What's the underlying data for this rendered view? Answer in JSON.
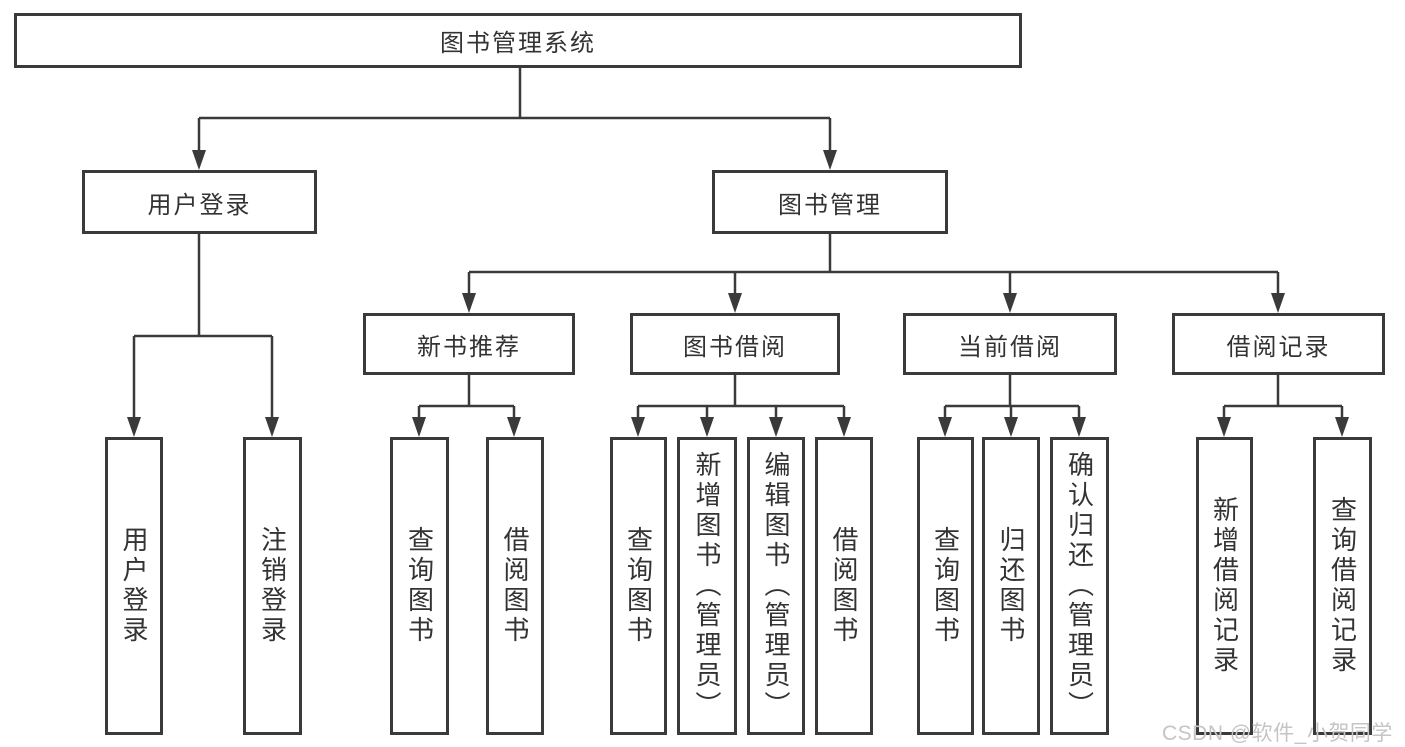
{
  "diagram": {
    "title": "图书管理系统",
    "level2": {
      "user_login": "用户登录",
      "book_management": "图书管理"
    },
    "level3": {
      "new_book_recommend": "新书推荐",
      "book_borrow": "图书借阅",
      "current_borrow": "当前借阅",
      "borrow_records": "借阅记录"
    },
    "leaves": {
      "user_login_children": [
        "用户登录",
        "注销登录"
      ],
      "recommend_children": [
        "查询图书",
        "借阅图书"
      ],
      "borrow_children": [
        "查询图书",
        "新增图书（管理员）",
        "编辑图书（管理员）",
        "借阅图书"
      ],
      "current_children": [
        "查询图书",
        "归还图书",
        "确认归还（管理员）"
      ],
      "records_children": [
        "新增借阅记录",
        "查询借阅记录"
      ]
    }
  },
  "watermark": "CSDN @软件_小贺同学",
  "colors": {
    "line": "#3a3a3a",
    "text": "#333333",
    "watermark_text": "#c6c4c4",
    "background": "#ffffff"
  }
}
